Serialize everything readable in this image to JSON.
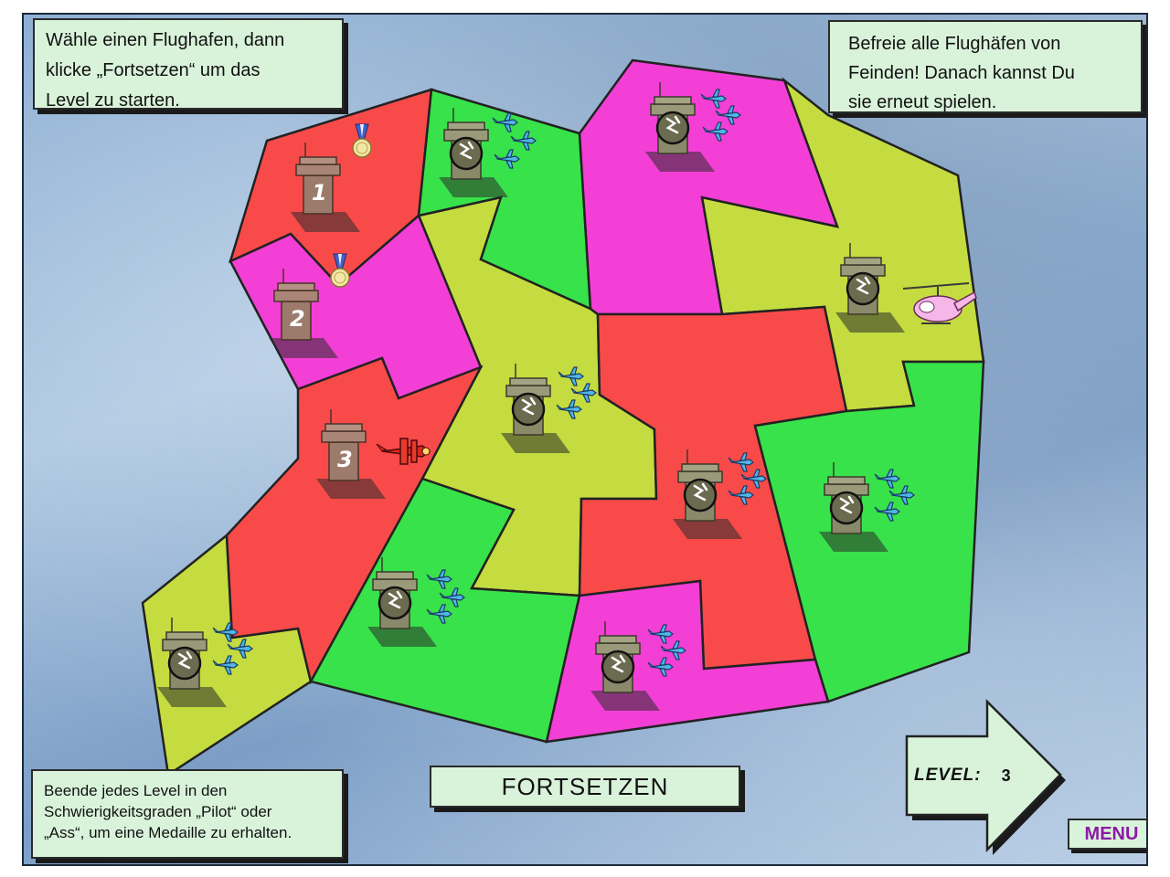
{
  "hints": {
    "top_left": "Wähle einen Flughafen, dann\nklicke „Fortsetzen“ um das\nLevel zu starten.",
    "top_right": "Befreie alle Flughäfen von\nFeinden! Danach kannst Du\nsie erneut spielen.",
    "bottom_left": "Beende jedes Level in den\nSchwierigkeitsgraden „Pilot“ oder\n„Ass“, um eine Medaille zu erhalten."
  },
  "continue_label": "FORTSETZEN",
  "menu_label": "MENU",
  "level": {
    "label": "LEVEL:",
    "value": "3"
  },
  "airports": {
    "a1": "1",
    "a2": "2",
    "a3": "3"
  },
  "colors": {
    "red": "#f94a4a",
    "pink": "#f33fd6",
    "green": "#38e24a",
    "olive": "#c4dc3f",
    "panel": "#d9f3da",
    "menu_text": "#8a1aa6"
  }
}
